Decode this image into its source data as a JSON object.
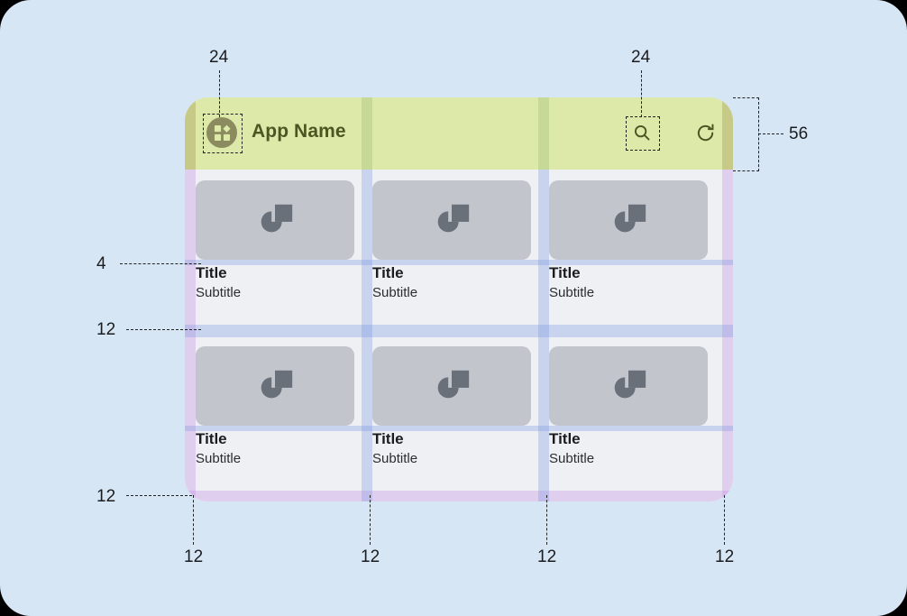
{
  "canvas": {
    "background": "#d7e6f4",
    "corner_radius": "34"
  },
  "device": {
    "background": "#eef0f4",
    "corner_radius": "26"
  },
  "appbar": {
    "background": "#dde9a8",
    "height_spec": "56",
    "logo_icon": "app-grid-logo-icon",
    "title": "App Name",
    "title_color": "#4c5624",
    "actions": [
      {
        "name": "search-icon",
        "label": "Search"
      },
      {
        "name": "refresh-icon",
        "label": "Refresh"
      }
    ]
  },
  "grid": {
    "columns": 3,
    "rows": 2,
    "cards": [
      {
        "title": "Title",
        "subtitle": "Subtitle",
        "image_icon": "image-placeholder-icon"
      },
      {
        "title": "Title",
        "subtitle": "Subtitle",
        "image_icon": "image-placeholder-icon"
      },
      {
        "title": "Title",
        "subtitle": "Subtitle",
        "image_icon": "image-placeholder-icon"
      },
      {
        "title": "Title",
        "subtitle": "Subtitle",
        "image_icon": "image-placeholder-icon"
      },
      {
        "title": "Title",
        "subtitle": "Subtitle",
        "image_icon": "image-placeholder-icon"
      },
      {
        "title": "Title",
        "subtitle": "Subtitle",
        "image_icon": "image-placeholder-icon"
      }
    ]
  },
  "annotations": {
    "top_left_24": "24",
    "top_right_24": "24",
    "right_56": "56",
    "left_4": "4",
    "left_12_row_gap": "12",
    "left_12_bottom_pad": "12",
    "bottom_12_a": "12",
    "bottom_12_b": "12",
    "bottom_12_c": "12",
    "bottom_12_d": "12"
  },
  "overlay_colors": {
    "padding_lavender": "#c48ce6",
    "gutter_periwinkle": "#7896e1",
    "appbar_green": "#dde9a8",
    "appbar_gutter_green": "#78a05a",
    "appbar_edge_olive": "#96823c"
  }
}
